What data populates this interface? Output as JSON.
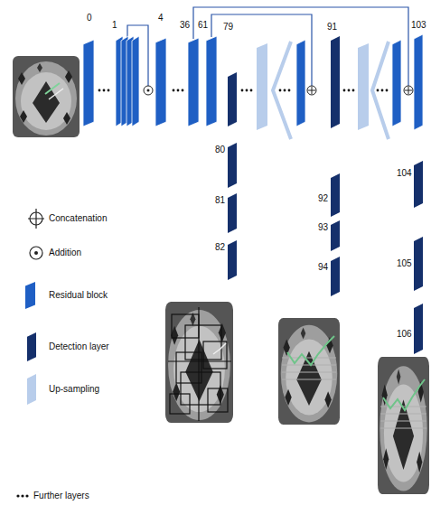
{
  "diagram": {
    "labels": [
      "0",
      "1",
      "4",
      "36",
      "61",
      "79",
      "91",
      "103",
      "80",
      "81",
      "82",
      "92",
      "93",
      "94",
      "104",
      "105",
      "106"
    ],
    "legend": [
      {
        "text": "Concatenation"
      },
      {
        "text": "Addition"
      },
      {
        "text": "Residual block",
        "color": "#1f5fc4"
      },
      {
        "text": "Detection layer",
        "color": "#15306b"
      },
      {
        "text": "Up-sampling",
        "color": "#b8cdeb"
      },
      {
        "text": "Further layers"
      }
    ]
  }
}
